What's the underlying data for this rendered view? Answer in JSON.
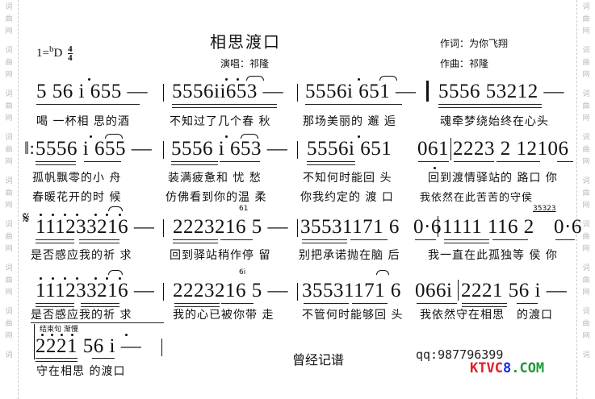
{
  "watermark": {
    "chars": [
      "词",
      "曲",
      "网"
    ]
  },
  "header": {
    "key_signature": "1=",
    "flat": "b",
    "key_note": "D",
    "time_sig_top": "4",
    "time_sig_bottom": "4",
    "title": "相思渡口",
    "singer": "演唱：祁隆",
    "lyricist": "作词：为你飞翔",
    "composer": "作曲：祁隆"
  },
  "rows": [
    {
      "notes": [
        "5 56 i 655 —",
        "5556ii653 —",
        "5556i 651 —",
        "5556 53212  —"
      ],
      "lyrics": [
        "喝 一杯相 思的酒",
        "不知过了几个春  秋",
        "那场美丽的  邂 逅",
        "魂牵梦绕始终在心头"
      ]
    },
    {
      "repeat_sign": "‖:",
      "notes": [
        "5556 i 655 —",
        "5556 i 653 —",
        "5556i 651",
        "061",
        "2223 2 12106"
      ],
      "lyrics_1": [
        "孤帆飘零的小  舟",
        "装满疲惫和  忧  愁",
        "不知何时能回  头",
        "回到渡情驿站的  路口  你"
      ],
      "lyrics_2": [
        "春暖花开的时  候",
        "仿佛看到你的温  柔",
        "你我约定的  渡  口",
        "我依然在此苦苦的守侯"
      ]
    },
    {
      "segno": "𝄋",
      "notes": [
        "111233216 —",
        "2223216 5 —",
        "35531171 6",
        "0·6",
        "1111 116 2",
        "0·6"
      ],
      "grace_1": "61",
      "grace_2": "35323",
      "lyrics": [
        "是否感应我的祈  求",
        "回到驿站稍作停  留",
        "别把承诺抛在脑  后",
        "我一直在此孤独等 侯    你"
      ]
    },
    {
      "notes": [
        "111233216 —",
        "2223216 5 —",
        "35531171 6",
        "066i",
        "2221  56  i —"
      ],
      "grace_1": "6i",
      "lyrics": [
        "是否感应我的祈  求",
        "我的心已被你带  走",
        "不管何时能够回  头",
        "我依然守在相思",
        "的渡口"
      ]
    },
    {
      "ending_label": "结束句  渐慢",
      "notes": [
        "2221  56  i  —"
      ],
      "lyrics": [
        "守在相思   的渡口"
      ]
    }
  ],
  "footer": {
    "transcriber": "曾经记谱",
    "qq": "qq:987796399",
    "logo": {
      "part1": "KTV",
      "part2": "C",
      "part3": "8",
      "part4": ".COM"
    },
    "colors": {
      "red": "#e0202a",
      "blue": "#1a2ee0",
      "green": "#1f9a3a"
    }
  }
}
